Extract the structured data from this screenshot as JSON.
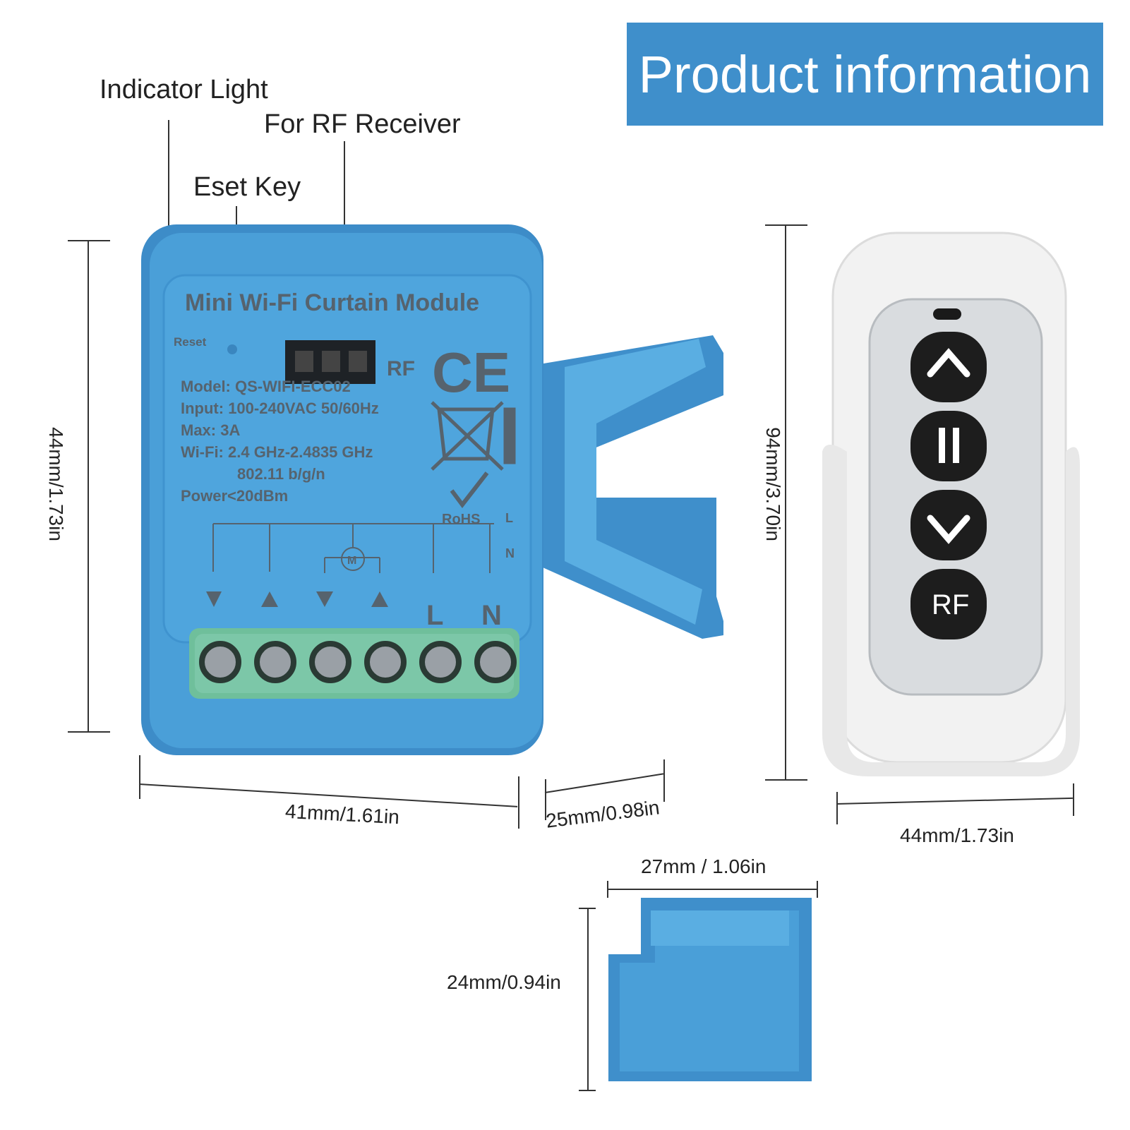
{
  "title": "Product information",
  "callouts": {
    "indicator": "Indicator Light",
    "rf_receiver": "For RF Receiver",
    "reset_key": "Eset Key"
  },
  "module": {
    "name": "Mini  Wi-Fi Curtain Module",
    "reset_label": "Reset",
    "rf_label": "RF",
    "model": "Model:  QS-WIFI-ECC02",
    "input": "Input: 100-240VAC 50/60Hz",
    "max": "Max:  3A",
    "wifi": "Wi-Fi: 2.4 GHz-2.4835 GHz",
    "wifi_standard": "802.11 b/g/n",
    "power": "Power<20dBm",
    "ce_mark": "CE",
    "rohs": "RoHS",
    "terminal_l": "L",
    "terminal_n": "N",
    "motor_symbol": "M",
    "colors": {
      "body": "#4a9fd8",
      "terminal": "#7cc7a8"
    }
  },
  "remote": {
    "rf_button": "RF",
    "buttons": [
      "up-arrow-icon",
      "pause-icon",
      "down-arrow-icon",
      "RF"
    ]
  },
  "dimensions": {
    "module_height": "44mm/1.73in",
    "module_width": "41mm/1.61in",
    "module_depth": "25mm/0.98in",
    "remote_height": "94mm/3.70in",
    "remote_width": "44mm/1.73in",
    "clip_width": "27mm / 1.06in",
    "clip_height": "24mm/0.94in"
  }
}
